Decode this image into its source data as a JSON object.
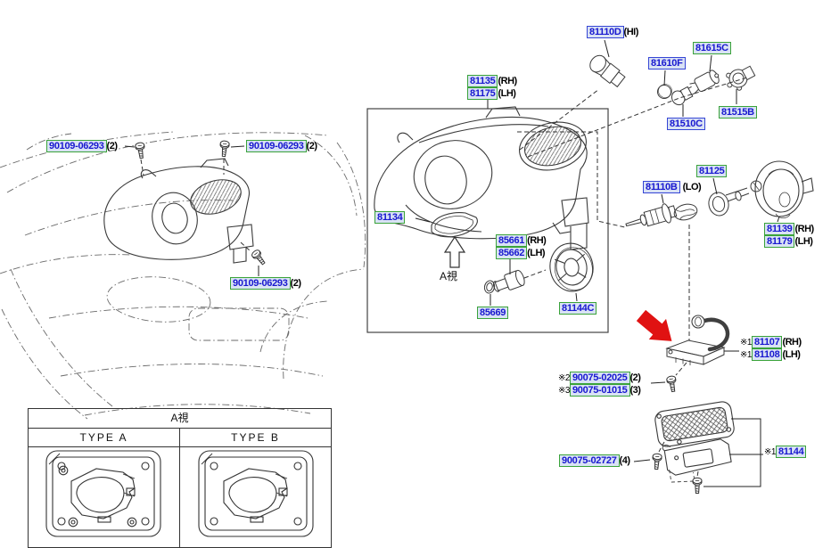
{
  "labels": [
    {
      "part": "90109-06293",
      "suffix": "(2)",
      "box": "green"
    },
    {
      "part": "90109-06293",
      "suffix": "(2)",
      "box": "green"
    },
    {
      "part": "90109-06293",
      "suffix": "(2)",
      "box": "green"
    },
    {
      "part": "81135",
      "suffix": "(RH)",
      "box": "green"
    },
    {
      "part": "81175",
      "suffix": "(LH)",
      "box": "green"
    },
    {
      "part": "81110D",
      "suffix": "(HI)",
      "box": "blue"
    },
    {
      "part": "81610F",
      "box": "blue"
    },
    {
      "part": "81615C",
      "box": "green"
    },
    {
      "part": "81510C",
      "box": "blue"
    },
    {
      "part": "81515B",
      "box": "green"
    },
    {
      "part": "81134",
      "box": "green"
    },
    {
      "part": "85661",
      "suffix": "(RH)",
      "box": "green"
    },
    {
      "part": "85662",
      "suffix": "(LH)",
      "box": "green"
    },
    {
      "part": "85669",
      "box": "green"
    },
    {
      "part": "81144C",
      "box": "green"
    },
    {
      "part": "81125",
      "box": "green"
    },
    {
      "part": "81110B",
      "suffix": "(LO)",
      "box": "blue"
    },
    {
      "part": "81139",
      "suffix": "(RH)",
      "box": "green"
    },
    {
      "part": "81179",
      "suffix": "(LH)",
      "box": "green"
    },
    {
      "prefix": "※1",
      "part": "81107",
      "suffix": "(RH)",
      "box": "green"
    },
    {
      "prefix": "※1",
      "part": "81108",
      "suffix": "(LH)",
      "box": "green"
    },
    {
      "prefix": "※2",
      "part": "90075-02025",
      "suffix": "(2)",
      "box": "green"
    },
    {
      "prefix": "※3",
      "part": "90075-01015",
      "suffix": "(3)",
      "box": "green"
    },
    {
      "part": "90075-02727",
      "suffix": "(4)",
      "box": "green"
    },
    {
      "prefix": "※1",
      "part": "81144",
      "box": "green"
    }
  ],
  "annotations": {
    "a_view": "A視"
  },
  "inset": {
    "header": "A視",
    "type_a": "TYPE A",
    "type_b": "TYPE B"
  },
  "colors": {
    "link_text": "#1818d0",
    "box_green": "#3aa33a",
    "box_blue": "#3545d5",
    "box_fill": "#d9e2f4",
    "arrow_red": "#e01212",
    "line": "#3a3a3a"
  }
}
